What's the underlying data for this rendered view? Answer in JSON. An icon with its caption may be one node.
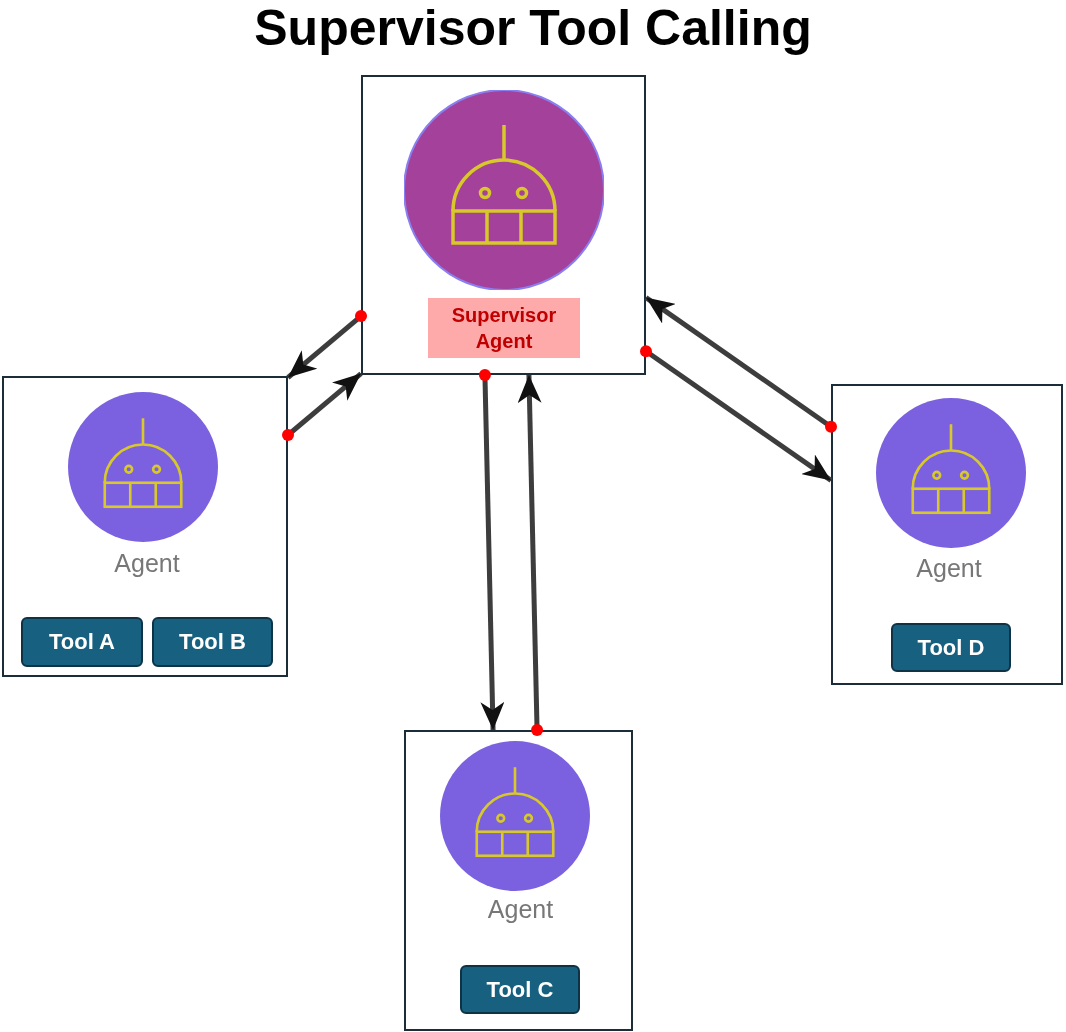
{
  "diagram": {
    "title": "Supervisor Tool Calling",
    "nodes": [
      {
        "text": [
          "Supervisor Agent"
        ]
      },
      {
        "text": [
          "Agent"
        ]
      },
      {
        "text": [
          "Tool A"
        ],
        "in": 1
      },
      {
        "text": [
          "Tool B"
        ],
        "in": 1
      },
      {
        "text": [
          "Agent"
        ]
      },
      {
        "text": [
          "Tool D"
        ],
        "in": 4
      },
      {
        "text": [
          "Agent"
        ]
      },
      {
        "text": [
          "Tool C"
        ],
        "in": 6
      }
    ],
    "edges": [
      {
        "from": 1,
        "to": 0,
        "arrow": "to"
      },
      {
        "from": 0,
        "to": 1,
        "arrow": "to"
      },
      {
        "from": 4,
        "to": 0,
        "arrow": "to"
      },
      {
        "from": 0,
        "to": 4,
        "arrow": "to"
      },
      {
        "from": 6,
        "to": 0,
        "arrow": "to"
      },
      {
        "from": 0,
        "to": 6,
        "arrow": "to"
      }
    ]
  }
}
